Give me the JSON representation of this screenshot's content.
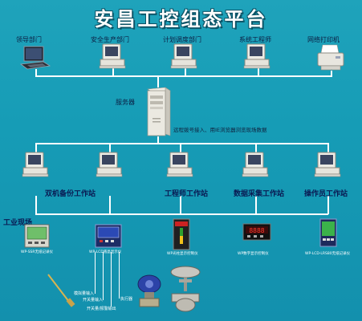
{
  "title": "安昌工控组态平台",
  "top_nodes": [
    {
      "label": "领导部门",
      "icon": "laptop-icon"
    },
    {
      "label": "安全生产部门",
      "icon": "desktop-computer-icon"
    },
    {
      "label": "计划调度部门",
      "icon": "desktop-computer-icon"
    },
    {
      "label": "系统工程师",
      "icon": "desktop-computer-icon"
    },
    {
      "label": "网络打印机",
      "icon": "printer-icon"
    }
  ],
  "server": {
    "label": "服务器",
    "icon": "server-tower-icon"
  },
  "server_note": "远程拨号接入、用IE浏览器浏览现场数据",
  "stations": [
    {
      "label": "双机备份工作站"
    },
    {
      "label": "工程师工作站"
    },
    {
      "label": "数据采集工作站"
    },
    {
      "label": "操作员工作站"
    }
  ],
  "field_label": "工业现场",
  "instruments": [
    {
      "label": "WP-SSR无纸记录仪"
    },
    {
      "label": "WP-LCD液晶显示仪"
    },
    {
      "label": "WP光柱显示控制仪"
    },
    {
      "label": "WP数字显示控制仪"
    },
    {
      "label": "WP-LCD-LRS80无纸记录仪"
    }
  ],
  "io_labels": [
    "模拟量输入",
    "开关量输入",
    "开关量/报警输出",
    "执行器"
  ],
  "colors": {
    "background": "#169cb6",
    "lines": "#ffffff",
    "label_text": "#0c1f44",
    "title_text": "#ffffff"
  }
}
